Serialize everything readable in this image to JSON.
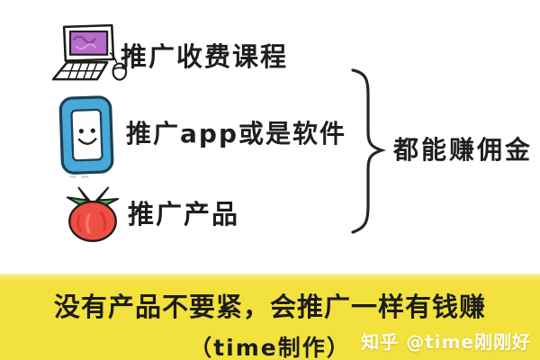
{
  "canvas": {
    "background": "#FFFFFF"
  },
  "rows": [
    {
      "icon": "computer-icon",
      "label": "推广收费课程"
    },
    {
      "icon": "phone-icon",
      "label": "推广app或是软件"
    },
    {
      "icon": "tomato-icon",
      "label": "推广产品"
    }
  ],
  "brace": {
    "label": "都能赚佣金"
  },
  "banner": {
    "line1": "没有产品不要紧，会推广一样有钱赚",
    "line2": "（time制作）",
    "background": "#F3E23D"
  },
  "watermark": {
    "text": "知乎 @time刚刚好"
  },
  "colors": {
    "text": "#1E1E1E",
    "banner_yellow": "#F3E23D",
    "phone_blue": "#47A9D8",
    "tomato_red": "#EE4F44",
    "leaf_green": "#49AB4E",
    "screen_purple": "#B76CC8",
    "outline_black": "#1D1D1D",
    "watermark_white": "#FFFFFF"
  }
}
